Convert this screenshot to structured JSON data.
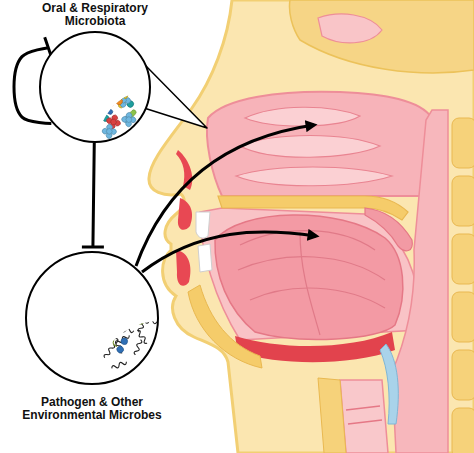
{
  "diagram": {
    "nodes": [
      {
        "text": [
          "Oral & Respiratory Microbiota"
        ]
      },
      {
        "text": [
          "Pathogen & Other Environmental Microbes"
        ]
      }
    ],
    "edges": [
      {
        "from": 0,
        "to": 0,
        "arrow": "to"
      },
      {
        "from": 0,
        "to": 1,
        "arrow": "to"
      }
    ]
  }
}
